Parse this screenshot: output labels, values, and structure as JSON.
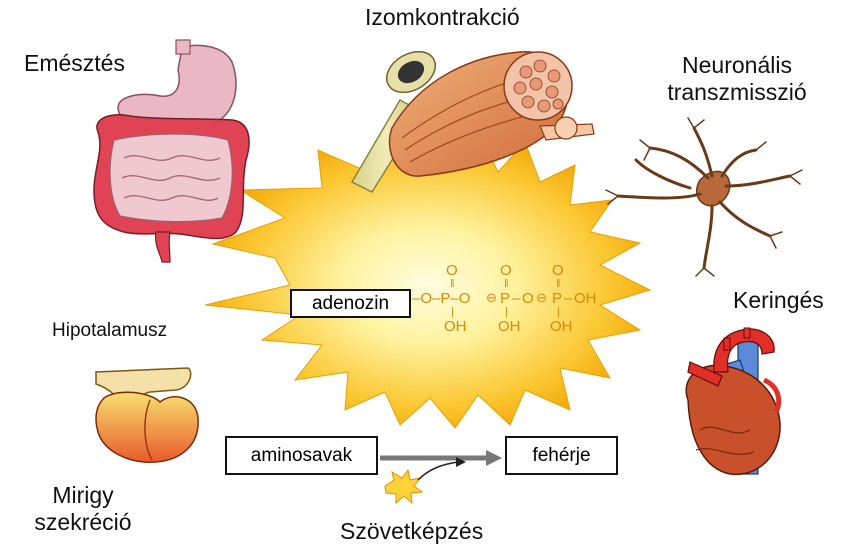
{
  "labels": {
    "digestion": "Emésztés",
    "muscle": "Izomkontrakció",
    "neuronal_line1": "Neuronális",
    "neuronal_line2": "transzmisszió",
    "circulation": "Keringés",
    "hypothalamus": "Hipotalamusz",
    "gland_line1": "Mirigy",
    "gland_line2": "szekréció",
    "tissue": "Szövetképzés"
  },
  "molecule": {
    "adenosine": "adenozin",
    "linker": "–O–P–O",
    "o_top": "O",
    "p": "P",
    "oh": "OH",
    "o": "O"
  },
  "synthesis": {
    "from": "aminosavak",
    "to": "fehérje"
  },
  "colors": {
    "burst_center": "#fff7b0",
    "burst_edge": "#f5a800",
    "phosphate": "#d98a00",
    "arrow": "#777777"
  }
}
